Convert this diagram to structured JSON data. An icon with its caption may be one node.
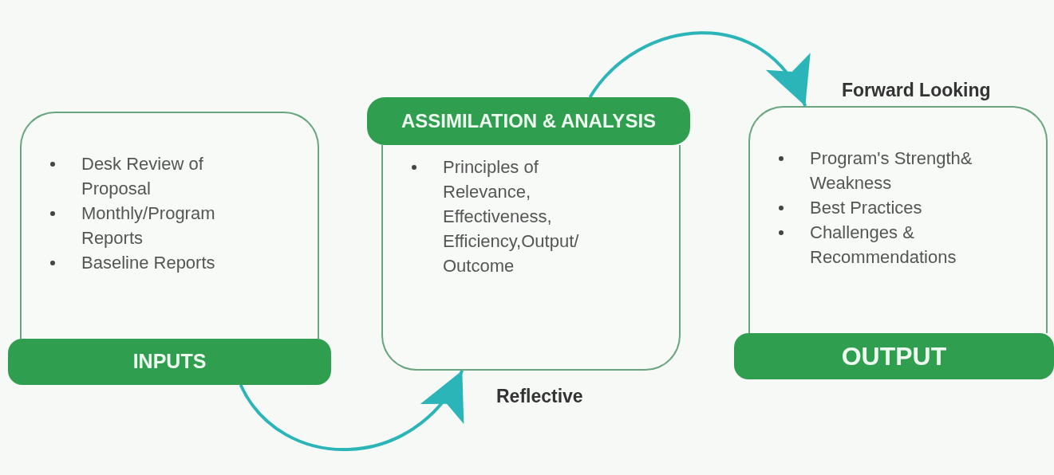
{
  "diagram": {
    "nodes": [
      {
        "text": [
          "Desk Review of Proposal",
          "Monthly/Program Reports",
          "Baseline Reports"
        ]
      },
      {
        "text": [
          "INPUTS"
        ]
      },
      {
        "text": [
          "ASSIMILATION & ANALYSIS"
        ]
      },
      {
        "text": [
          "Principles of Relevance, Effectiveness, Efficiency,Output/ Outcome"
        ]
      },
      {
        "text": [
          "Program's Strength& Weakness",
          "Best Practices",
          "Challenges & Recommendations"
        ]
      },
      {
        "text": [
          "OUTPUT"
        ]
      }
    ],
    "edges": [
      {
        "from": 1,
        "to": 3,
        "arrow": "to",
        "label": "Reflective"
      },
      {
        "from": 2,
        "to": 4,
        "arrow": "to",
        "label": "Forward Looking"
      }
    ]
  }
}
